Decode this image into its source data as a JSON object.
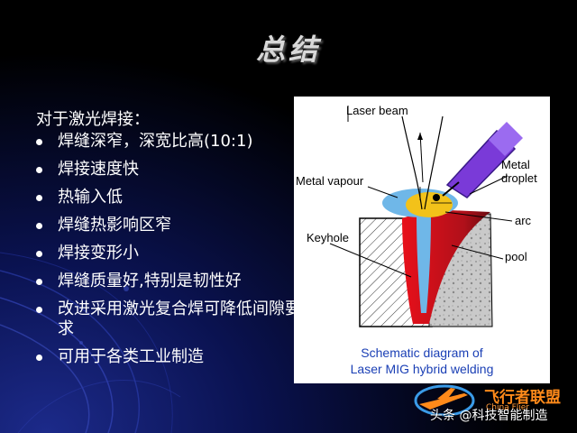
{
  "slide": {
    "title": "总结",
    "intro": "对于激光焊接：",
    "bullets": [
      "焊缝深窄，深宽比高(10:1)",
      "焊接速度快",
      "热输入低",
      "焊缝热影响区窄",
      "焊接变形小",
      "焊缝质量好,特别是韧性好",
      "改进采用激光复合焊可降低间隙要求",
      "可用于各类工业制造"
    ]
  },
  "diagram": {
    "labels": {
      "laser_beam": "Laser beam",
      "metal_vapour": "Metal vapour",
      "metal_droplet_1": "Metal",
      "metal_droplet_2": "droplet",
      "arc": "arc",
      "keyhole": "Keyhole",
      "pool": "pool"
    },
    "caption_line1": "Schematic diagram of",
    "caption_line2": "Laser MIG hybrid welding"
  },
  "watermark": {
    "brand": "飞行者联盟",
    "url": "China Flier",
    "credit": "头条 @科技智能制造"
  },
  "colors": {
    "background": "#000000",
    "title": "#d8d8d8",
    "caption": "#1a3fb5",
    "weld": "#d4101a",
    "keyhole": "#6fb7e8",
    "torch": "#7a3ad8",
    "brand": "#ff8a1a"
  }
}
